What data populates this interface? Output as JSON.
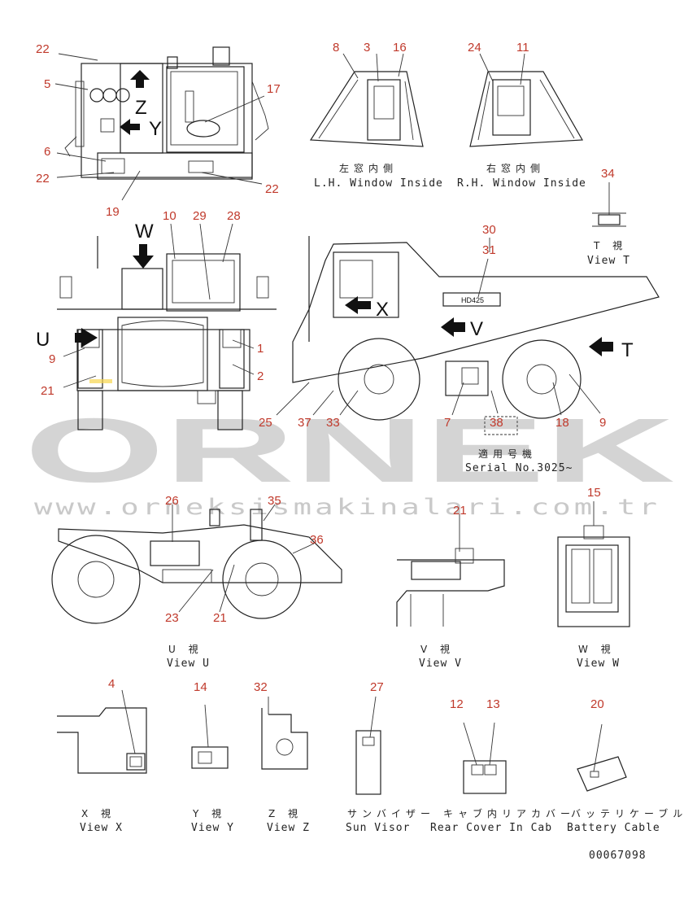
{
  "watermark": {
    "brand": "ORNEK",
    "url": "www.orneksismakinalari.com.tr"
  },
  "drawing_number": "00067098",
  "serial_note": {
    "jp": "適用号機",
    "en": "Serial No.3025~"
  },
  "model_badge": "HD425",
  "markers": {
    "w": "W",
    "t": "T",
    "u": "U",
    "x": "X",
    "y": "Y",
    "z": "Z",
    "v": "V"
  },
  "callouts": {
    "c22a": "22",
    "c5": "5",
    "c6": "6",
    "c22b": "22",
    "c19": "19",
    "c17": "17",
    "c22c": "22",
    "c8": "8",
    "c3": "3",
    "c16": "16",
    "c24": "24",
    "c11": "11",
    "c34": "34",
    "c10": "10",
    "c29": "29",
    "c28": "28",
    "c30": "30",
    "c31": "31",
    "c9a": "9",
    "c21a": "21",
    "c1": "1",
    "c2": "2",
    "c25": "25",
    "c37": "37",
    "c33": "33",
    "c7": "7",
    "c38": "38",
    "c18": "18",
    "c9b": "9",
    "c26": "26",
    "c35": "35",
    "c36": "36",
    "c23": "23",
    "c21b": "21",
    "c21c": "21",
    "c15": "15",
    "c4": "4",
    "c14": "14",
    "c32": "32",
    "c27": "27",
    "c12": "12",
    "c13": "13",
    "c20": "20"
  },
  "views": {
    "lh_window": {
      "jp": "左窓内側",
      "en": "L.H. Window Inside"
    },
    "rh_window": {
      "jp": "右窓内側",
      "en": "R.H. Window Inside"
    },
    "view_t": {
      "jp": "T 視",
      "en": "View T"
    },
    "view_u": {
      "jp": "U 視",
      "en": "View U"
    },
    "view_v": {
      "jp": "V 視",
      "en": "View V"
    },
    "view_w": {
      "jp": "W 視",
      "en": "View W"
    },
    "view_x": {
      "jp": "X 視",
      "en": "View X"
    },
    "view_y": {
      "jp": "Y 視",
      "en": "View Y"
    },
    "view_z": {
      "jp": "Z 視",
      "en": "View Z"
    },
    "sun_visor": {
      "jp": "サンバイザー",
      "en": "Sun Visor"
    },
    "rear_cover": {
      "jp": "キャブ内リアカバー",
      "en": "Rear Cover In Cab"
    },
    "battery_cable": {
      "jp": "バッテリケーブル",
      "en": "Battery Cable"
    }
  }
}
